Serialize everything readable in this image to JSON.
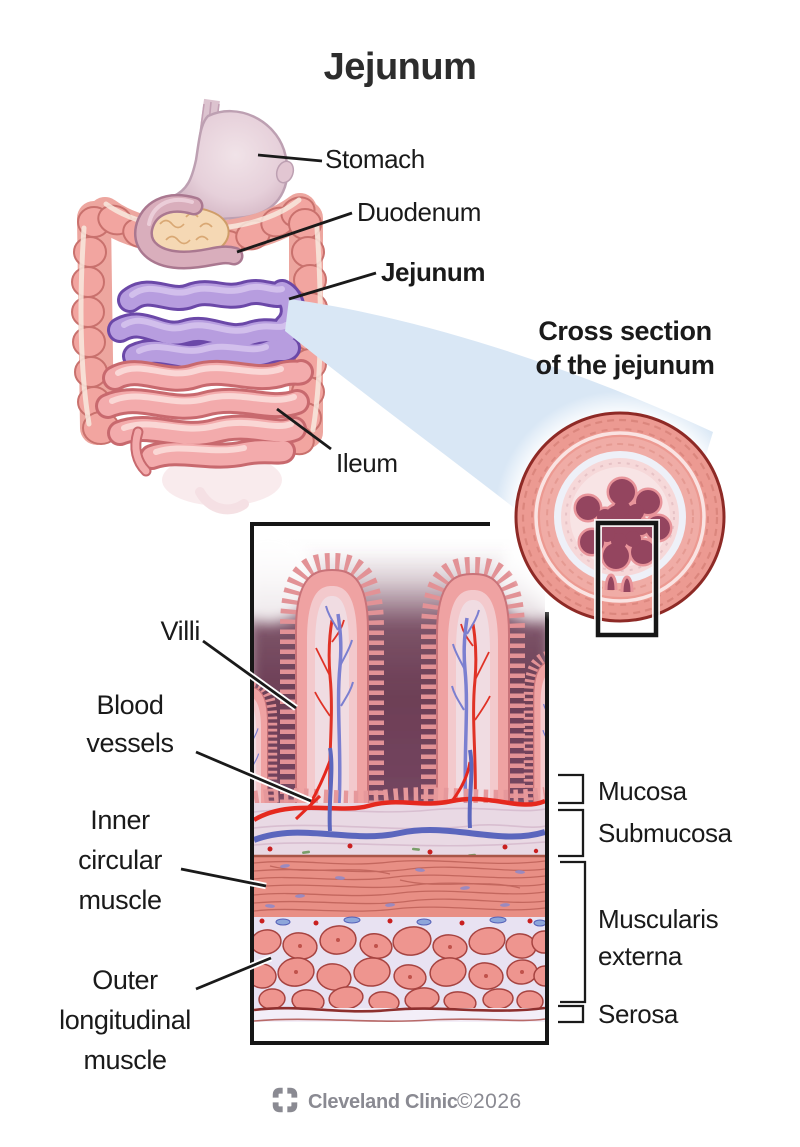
{
  "title": "Jejunum",
  "overview": {
    "labels": {
      "stomach": "Stomach",
      "duodenum": "Duodenum",
      "jejunum": "Jejunum",
      "ileum": "Ileum"
    }
  },
  "cross_section": {
    "caption": "Cross section\nof the jejunum"
  },
  "detail": {
    "labels": {
      "villi": "Villi",
      "blood_vessels": "Blood\nvessels",
      "inner_circular_muscle": "Inner\ncircular\nmuscle",
      "outer_longitudinal_muscle": "Outer\nlongitudinal\nmuscle"
    }
  },
  "layers": {
    "mucosa": "Mucosa",
    "submucosa": "Submucosa",
    "muscularis_externa": "Muscularis\nexterna",
    "serosa": "Serosa"
  },
  "footer": {
    "brand": "Cleveland Clinic",
    "copyright": "©2026"
  },
  "icons": {
    "logo": "cleveland-clinic-logo-icon"
  },
  "colors": {
    "jejunum_highlight": "#b79ddf",
    "intestine_pink": "#f3abac",
    "colon_salmon": "#f2a5a0",
    "lumen_plum": "#94455f",
    "beam_blue": "#d9e7f5",
    "label_black": "#1a1a1a",
    "footer_gray": "#8a8a92"
  }
}
